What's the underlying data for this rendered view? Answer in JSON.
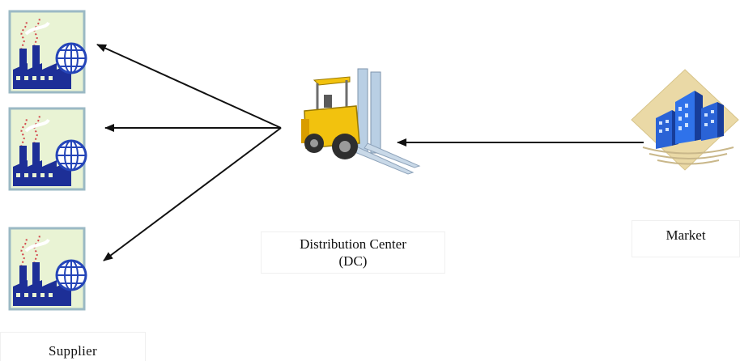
{
  "labels": {
    "dc_line1": "Distribution Center",
    "dc_line2": "(DC)",
    "market": "Market",
    "supplier": "Supplier"
  },
  "colors": {
    "arrow": "#111111",
    "factory_bg": "#e9f3d4",
    "factory_border": "#9bb9c4",
    "factory_building": "#1d2f97",
    "globe": "#2545b8",
    "forklift_body": "#f2c20e",
    "forklift_mast": "#b9cfe4",
    "building_blue": "#2a63d6",
    "building_base": "#ead9a6"
  },
  "icons": {
    "supplier": "factory-globe-icon",
    "dc": "forklift-icon",
    "market": "office-buildings-icon"
  }
}
